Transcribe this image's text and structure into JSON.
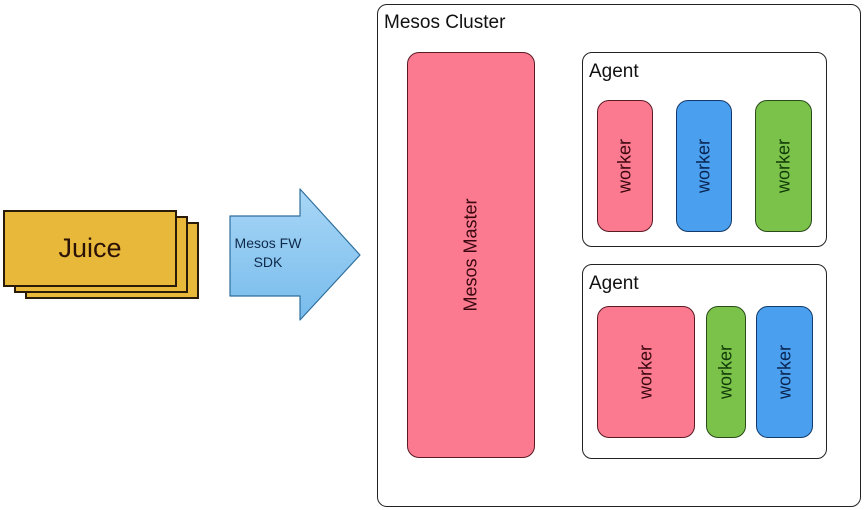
{
  "juice": {
    "label": "Juice",
    "color": "#e8b83a",
    "stack_layers": 3
  },
  "sdk_arrow": {
    "label_line1": "Mesos FW",
    "label_line2": "SDK",
    "color": "#8cc8f0"
  },
  "cluster": {
    "title": "Mesos Cluster",
    "master": {
      "label": "Mesos Master",
      "color": "#fb7a90"
    },
    "agents": [
      {
        "title": "Agent",
        "workers": [
          {
            "label": "worker",
            "color": "pink"
          },
          {
            "label": "worker",
            "color": "blue"
          },
          {
            "label": "worker",
            "color": "green"
          }
        ]
      },
      {
        "title": "Agent",
        "workers": [
          {
            "label": "worker",
            "color": "pink"
          },
          {
            "label": "worker",
            "color": "green"
          },
          {
            "label": "worker",
            "color": "blue"
          }
        ]
      }
    ]
  }
}
